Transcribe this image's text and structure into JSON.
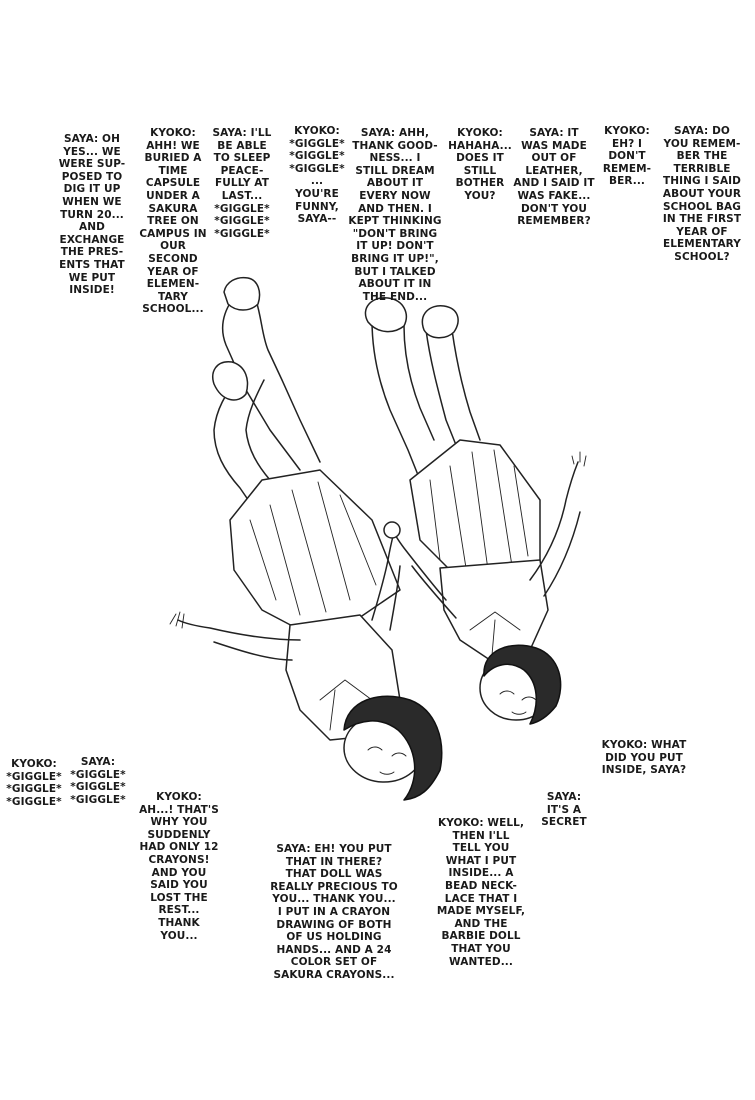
{
  "dialogue": [
    {
      "id": "b1",
      "text": "SAYA: OH\nYES... WE\nWERE SUP-\nPOSED TO\nDIG IT UP\nWHEN WE\nTURN 20...\nAND\nEXCHANGE\nTHE PRES-\nENTS THAT\nWE PUT\nINSIDE!"
    },
    {
      "id": "b2",
      "text": "KYOKO:\nAHH! WE\nBURIED A\nTIME\nCAPSULE\nUNDER A\nSAKURA\nTREE ON\nCAMPUS IN\nOUR\nSECOND\nYEAR OF\nELEMEN-\nTARY\nSCHOOL..."
    },
    {
      "id": "b3",
      "text": "SAYA: I'LL\nBE ABLE\nTO SLEEP\nPEACE-\nFULLY AT\nLAST...\n*GIGGLE*\n*GIGGLE*\n*GIGGLE*"
    },
    {
      "id": "b4",
      "text": "KYOKO:\n*GIGGLE*\n*GIGGLE*\n*GIGGLE*\n...\nYOU'RE\nFUNNY,\nSAYA--"
    },
    {
      "id": "b5",
      "text": "SAYA: AHH,\nTHANK GOOD-\nNESS... I\nSTILL DREAM\nABOUT IT\nEVERY NOW\nAND THEN. I\nKEPT THINKING\n\"DON'T BRING\nIT UP! DON'T\nBRING IT UP!\",\nBUT I TALKED\nABOUT IT IN\nTHE END..."
    },
    {
      "id": "b6",
      "text": "KYOKO:\nHAHAHA...\nDOES IT\nSTILL\nBOTHER\nYOU?"
    },
    {
      "id": "b7",
      "text": "SAYA: IT\nWAS MADE\nOUT OF\nLEATHER,\nAND I SAID IT\nWAS FAKE...\nDON'T YOU\nREMEMBER?"
    },
    {
      "id": "b8",
      "text": "KYOKO:\nEH? I\nDON'T\nREMEM-\nBER..."
    },
    {
      "id": "b9",
      "text": "SAYA: DO\nYOU REMEM-\nBER THE\nTERRIBLE\nTHING I SAID\nABOUT YOUR\nSCHOOL BAG\nIN THE FIRST\nYEAR OF\nELEMENTARY\nSCHOOL?"
    },
    {
      "id": "b10",
      "text": "KYOKO:\n*GIGGLE*\n*GIGGLE*\n*GIGGLE*"
    },
    {
      "id": "b11",
      "text": "SAYA:\n*GIGGLE*\n*GIGGLE*\n*GIGGLE*"
    },
    {
      "id": "b12",
      "text": "KYOKO:\nAH...! THAT'S\nWHY YOU\nSUDDENLY\nHAD ONLY 12\nCRAYONS!\nAND YOU\nSAID YOU\nLOST THE\nREST...\nTHANK\nYOU..."
    },
    {
      "id": "b13",
      "text": "SAYA: EH! YOU PUT\nTHAT IN THERE?\nTHAT DOLL WAS\nREALLY PRECIOUS TO\nYOU... THANK YOU...\nI PUT IN A CRAYON\nDRAWING OF BOTH\nOF US HOLDING\nHANDS... AND A 24\nCOLOR SET OF\nSAKURA CRAYONS..."
    },
    {
      "id": "b14",
      "text": "KYOKO: WELL,\nTHEN I'LL\nTELL YOU\nWHAT I PUT\nINSIDE... A\nBEAD NECK-\nLACE THAT I\nMADE MYSELF,\nAND THE\nBARBIE DOLL\nTHAT YOU\nWANTED..."
    },
    {
      "id": "b15",
      "text": "SAYA:\nIT'S A\nSECRET"
    },
    {
      "id": "b16",
      "text": "KYOKO: WHAT\nDID YOU PUT\nINSIDE, SAYA?"
    }
  ]
}
